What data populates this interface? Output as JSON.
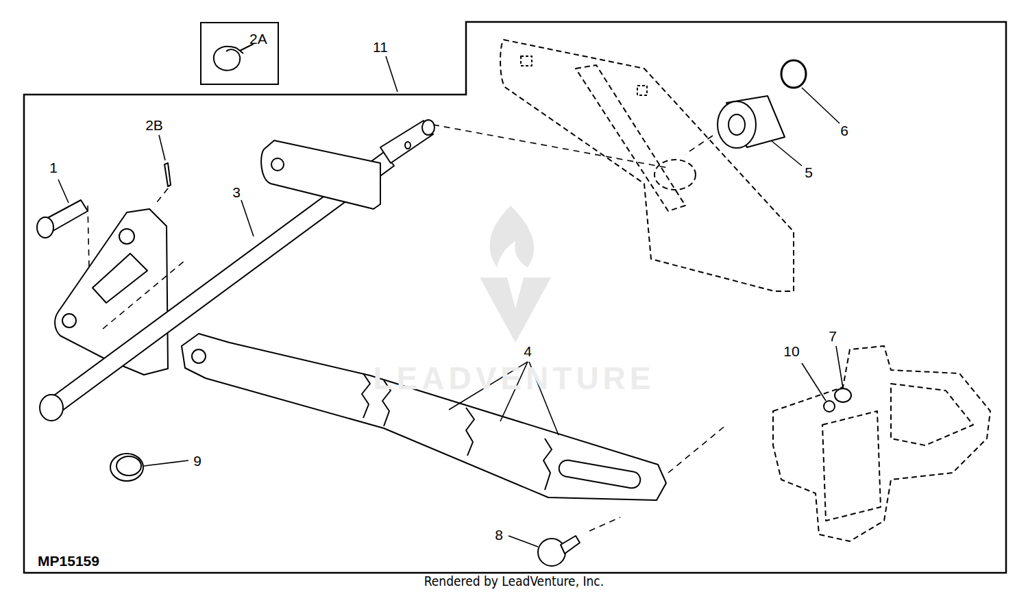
{
  "diagram": {
    "nodes": [
      {
        "text": [
          "2A"
        ]
      }
    ],
    "labels": [
      "11",
      "2B",
      "1",
      "3",
      "6",
      "5",
      "4",
      "10",
      "7",
      "9",
      "8",
      "MP15159",
      "LEADVENTURE",
      "Rendered by LeadVenture, Inc."
    ]
  }
}
